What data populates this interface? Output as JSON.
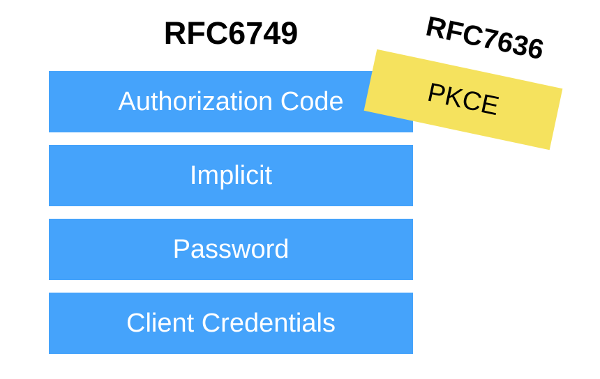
{
  "main_spec": {
    "title": "RFC6749",
    "grants": [
      {
        "label": "Authorization Code"
      },
      {
        "label": "Implicit"
      },
      {
        "label": "Password"
      },
      {
        "label": "Client Credentials"
      }
    ]
  },
  "extension": {
    "title": "RFC7636",
    "label": "PKCE"
  },
  "colors": {
    "grant_fill": "#45a3fb",
    "grant_text": "#ffffff",
    "extension_fill": "#f5e25e",
    "title_text": "#000000"
  }
}
